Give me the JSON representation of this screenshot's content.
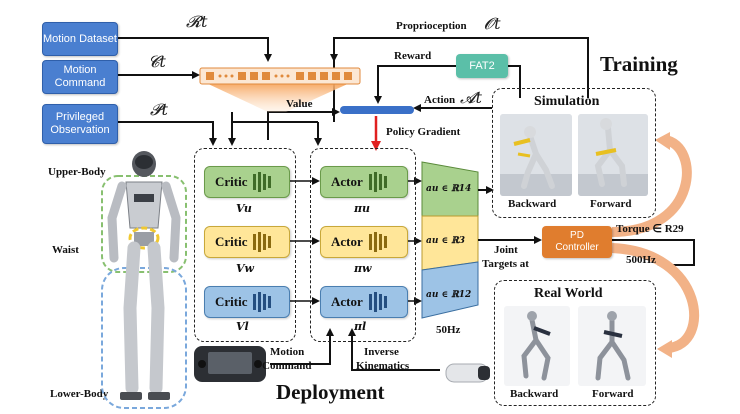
{
  "inputs": {
    "motion_dataset": "Motion Dataset",
    "motion_command": "Motion Command",
    "privileged_observation": "Privileged Observation",
    "rt": "𝓡t",
    "ct": "𝓒t",
    "pt": "𝓟t"
  },
  "training": {
    "title": "Training",
    "proprioception": "Proprioception",
    "ot": "𝓞t",
    "reward": "Reward",
    "fat2": "FAT2",
    "action": "Action",
    "at": "𝓐t",
    "value": "Value",
    "policy_gradient": "Policy Gradient"
  },
  "networks": {
    "critics": [
      {
        "label": "Critic",
        "sub": "Vu",
        "color": "#a9d18e"
      },
      {
        "label": "Critic",
        "sub": "Vw",
        "color": "#ffe699"
      },
      {
        "label": "Critic",
        "sub": "Vl",
        "color": "#9dc3e6"
      }
    ],
    "actors": [
      {
        "label": "Actor",
        "sub": "πu",
        "color": "#a9d18e"
      },
      {
        "label": "Actor",
        "sub": "πw",
        "color": "#ffe699"
      },
      {
        "label": "Actor",
        "sub": "πl",
        "color": "#9dc3e6"
      }
    ],
    "outputs": [
      "au ∈ ℝ14",
      "au ∈ ℝ3",
      "au ∈ ℝ12"
    ],
    "rate": "50Hz"
  },
  "robot": {
    "upper": "Upper-Body",
    "waist": "Waist",
    "lower": "Lower-Body"
  },
  "control": {
    "joint_targets_1": "Joint",
    "joint_targets_2": "Targets at",
    "pd_1": "PD",
    "pd_2": "Controller",
    "torque": "Torque ∈ R29",
    "rate": "500Hz"
  },
  "simulation": {
    "title": "Simulation",
    "backward": "Backward",
    "forward": "Forward"
  },
  "real_world": {
    "title": "Real World",
    "backward": "Backward",
    "forward": "Forward"
  },
  "deployment": {
    "title": "Deployment",
    "motion_command_1": "Motion",
    "motion_command_2": "Command",
    "ik_1": "Inverse",
    "ik_2": "Kinematics"
  },
  "colors": {
    "blue_box": "#4a7fd0",
    "fat2": "#5bbfa8",
    "pd": "#e07d2e",
    "green": "#a9d18e",
    "yellow": "#ffe699",
    "lightblue": "#9dc3e6",
    "policy_gradient_arrow": "#e02020"
  }
}
